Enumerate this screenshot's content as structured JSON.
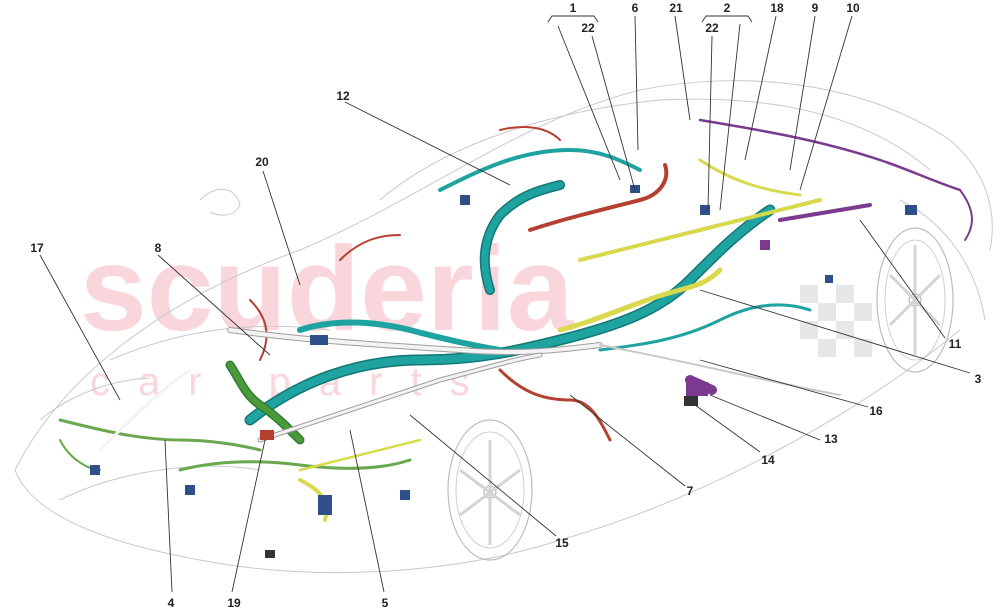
{
  "diagram": {
    "watermark": {
      "main": "scuderia",
      "sub": "car parts",
      "color": "#f7c9cf"
    },
    "colors": {
      "teal": "#1fa3a0",
      "teal_dark": "#127774",
      "green": "#6aa84f",
      "green_dark": "#2f7d32",
      "yellow": "#d8d94c",
      "red": "#b5402f",
      "purple": "#7b3a8f",
      "white_loom": "#f3f3f3",
      "connector_blue": "#2f4f8a",
      "outline": "#c9c9c9"
    },
    "callouts": [
      {
        "id": "c1",
        "text": "1"
      },
      {
        "id": "c22a",
        "text": "22"
      },
      {
        "id": "c6",
        "text": "6"
      },
      {
        "id": "c21",
        "text": "21"
      },
      {
        "id": "c2",
        "text": "2"
      },
      {
        "id": "c22b",
        "text": "22"
      },
      {
        "id": "c18",
        "text": "18"
      },
      {
        "id": "c9",
        "text": "9"
      },
      {
        "id": "c10",
        "text": "10"
      },
      {
        "id": "c12",
        "text": "12"
      },
      {
        "id": "c20",
        "text": "20"
      },
      {
        "id": "c17",
        "text": "17"
      },
      {
        "id": "c8",
        "text": "8"
      },
      {
        "id": "c11",
        "text": "11"
      },
      {
        "id": "c3",
        "text": "3"
      },
      {
        "id": "c16",
        "text": "16"
      },
      {
        "id": "c13",
        "text": "13"
      },
      {
        "id": "c14",
        "text": "14"
      },
      {
        "id": "c7",
        "text": "7"
      },
      {
        "id": "c15",
        "text": "15"
      },
      {
        "id": "c4",
        "text": "4"
      },
      {
        "id": "c19",
        "text": "19"
      },
      {
        "id": "c5",
        "text": "5"
      }
    ]
  }
}
